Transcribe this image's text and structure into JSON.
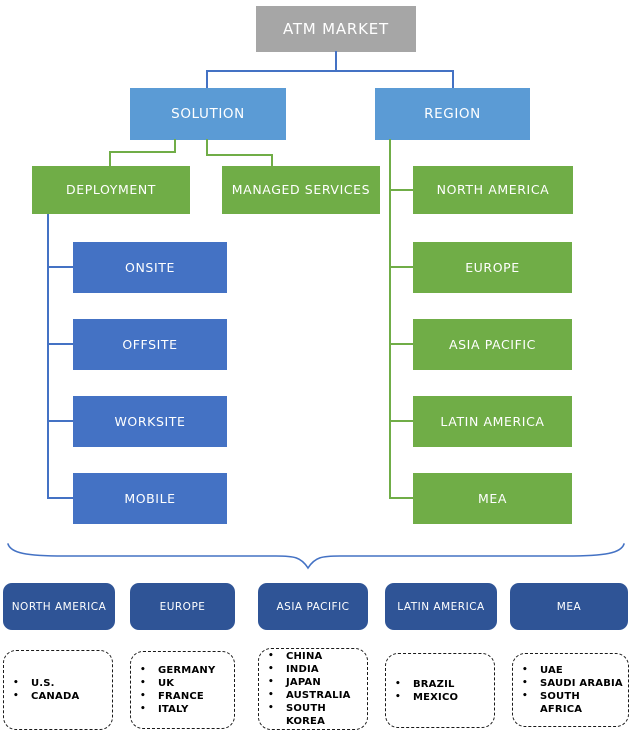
{
  "diagram": {
    "title": "ATM MARKET",
    "branches": {
      "solution": "SOLUTION",
      "region": "REGION"
    },
    "solution_segments": [
      "DEPLOYMENT",
      "MANAGED SERVICES"
    ],
    "deployment_types": [
      "ONSITE",
      "OFFSITE",
      "WORKSITE",
      "MOBILE"
    ],
    "regions": [
      "NORTH AMERICA",
      "EUROPE",
      "ASIA PACIFIC",
      "LATIN AMERICA",
      "MEA"
    ],
    "region_details": [
      {
        "region": "NORTH AMERICA",
        "countries": [
          "U.S.",
          "CANADA"
        ]
      },
      {
        "region": "EUROPE",
        "countries": [
          "GERMANY",
          "UK",
          "FRANCE",
          "ITALY"
        ]
      },
      {
        "region": "ASIA PACIFIC",
        "countries": [
          "CHINA",
          "INDIA",
          "JAPAN",
          "AUSTRALIA",
          "SOUTH KOREA"
        ]
      },
      {
        "region": "LATIN AMERICA",
        "countries": [
          "BRAZIL",
          "MEXICO"
        ]
      },
      {
        "region": "MEA",
        "countries": [
          "UAE",
          "SAUDI ARABIA",
          "SOUTH\nAFRICA"
        ]
      }
    ],
    "colors": {
      "root_box": "#A6A6A6",
      "branch_box": "#5B9BD5",
      "segment_box": "#70AD47",
      "deployment_box": "#4472C4",
      "region_box": "#70AD47",
      "summary_box": "#2F5496",
      "connector_blue": "#4472C4",
      "connector_green": "#70AD47"
    }
  }
}
